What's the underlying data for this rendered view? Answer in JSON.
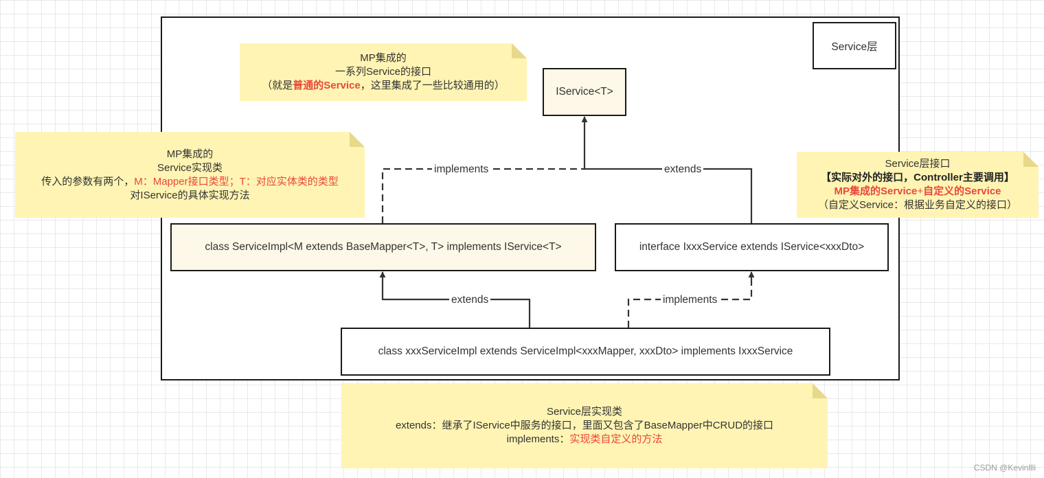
{
  "layer_label": "Service层",
  "nodes": {
    "iservice": "IService<T>",
    "service_impl": "class ServiceImpl<M extends BaseMapper<T>, T> implements IService<T>",
    "ixxx_service": "interface IxxxService extends IService<xxxDto>",
    "xxx_service_impl": "class xxxServiceImpl extends ServiceImpl<xxxMapper, xxxDto> implements IxxxService"
  },
  "edges": {
    "impl_to_iservice": "implements",
    "ixxx_to_iservice": "extends",
    "xxximpl_to_impl": "extends",
    "xxximpl_to_ixxx": "implements"
  },
  "notes": {
    "iservice_note": {
      "line1": "MP集成的",
      "line2": "一系列Service的接口",
      "line3_pre": "（就是",
      "line3_highlight": "普通的Service",
      "line3_post": "，这里集成了一些比较通用的）"
    },
    "impl_note": {
      "line1": "MP集成的",
      "line2": "Service实现类",
      "line3_pre": "传入的参数有两个，",
      "line3_highlight": "M：Mapper接口类型；T：对应实体类的类型",
      "line4": "对IService的具体实现方法"
    },
    "interface_note": {
      "line1": "Service层接口",
      "line2": "【实际对外的接口，Controller主要调用】",
      "line3_a": "MP集成的Service",
      "line3_plus": "+",
      "line3_b": "自定义的Service",
      "line4": "（自定义Service：根据业务自定义的接口）"
    },
    "bottom_note": {
      "line1": "Service层实现类",
      "line2": "extends：继承了IService中服务的接口，里面又包含了BaseMapper中CRUD的接口",
      "line3_pre": "implements：",
      "line3_highlight": "实现类自定义的方法"
    }
  },
  "watermark": "CSDN @Kevinllli",
  "colors": {
    "note_fill": "#fff4b3",
    "highlight_red": "#e8473c",
    "box_cream": "#fdf8e7",
    "stroke": "#1a1a1a"
  }
}
